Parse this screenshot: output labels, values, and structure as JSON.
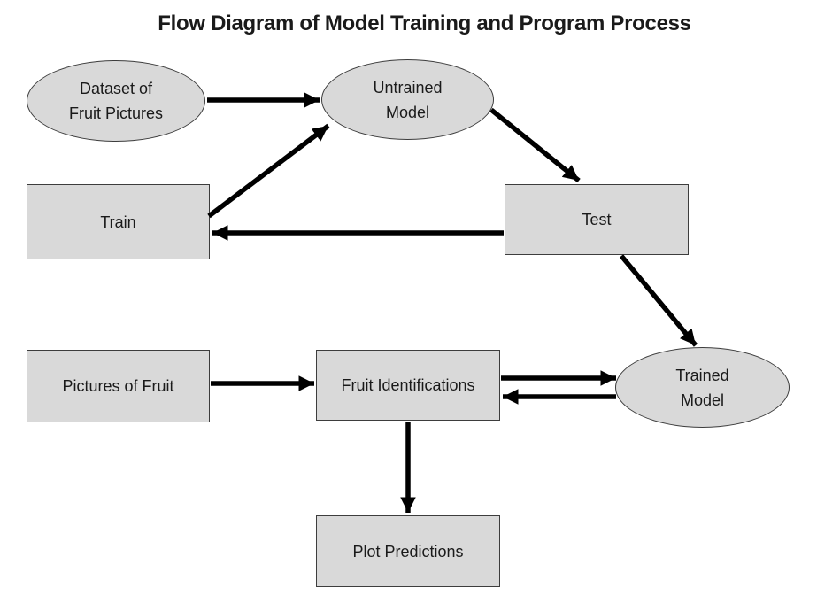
{
  "title": "Flow Diagram of Model Training and Program Process",
  "nodes": {
    "dataset_of_fruit_pictures": {
      "shape": "ellipse",
      "line1": "Dataset of",
      "line2": "Fruit Pictures"
    },
    "untrained_model": {
      "shape": "ellipse",
      "line1": "Untrained",
      "line2": "Model"
    },
    "train": {
      "shape": "rect",
      "label": "Train"
    },
    "test": {
      "shape": "rect",
      "label": "Test"
    },
    "pictures_of_fruit": {
      "shape": "rect",
      "label": "Pictures of Fruit"
    },
    "fruit_identifications": {
      "shape": "rect",
      "label": "Fruit Identifications"
    },
    "trained_model": {
      "shape": "ellipse",
      "line1": "Trained",
      "line2": "Model"
    },
    "plot_predictions": {
      "shape": "rect",
      "label": "Plot Predictions"
    }
  },
  "edges": [
    {
      "from": "dataset_of_fruit_pictures",
      "to": "untrained_model"
    },
    {
      "from": "train",
      "to": "untrained_model"
    },
    {
      "from": "untrained_model",
      "to": "test"
    },
    {
      "from": "test",
      "to": "train"
    },
    {
      "from": "test",
      "to": "trained_model"
    },
    {
      "from": "pictures_of_fruit",
      "to": "fruit_identifications"
    },
    {
      "from": "fruit_identifications",
      "to": "trained_model"
    },
    {
      "from": "trained_model",
      "to": "fruit_identifications"
    },
    {
      "from": "fruit_identifications",
      "to": "plot_predictions"
    }
  ],
  "colors": {
    "background": "#ffffff",
    "node_fill": "#d9d9d9",
    "node_border": "#3d3d3d",
    "arrow": "#000000",
    "text": "#1a1a1a"
  }
}
